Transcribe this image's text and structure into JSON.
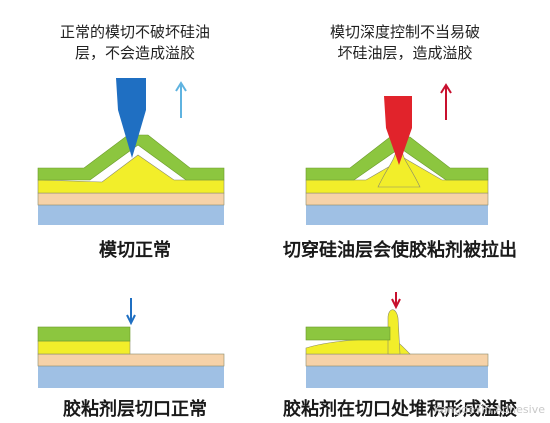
{
  "panels": [
    {
      "description": [
        "正常的模切不破坏硅油",
        "层，不会造成溢胶"
      ],
      "title": "模切正常"
    },
    {
      "description": [
        "模切深度控制不当易破",
        "坏硅油层，造成溢胶"
      ],
      "title": "切穿硅油层会使胶粘剂被拉出"
    },
    {
      "title": "胶粘剂层切口正常"
    },
    {
      "title": "胶粘剂在切口处堆积形成溢胶"
    }
  ],
  "watermark": "Kangdexin Adhesive",
  "colors": {
    "blade_normal": "#1f6fc2",
    "blade_over": "#e1232b",
    "arrow_normal": "#5fb3e0",
    "arrow_over": "#c8102e",
    "green_layer": "#8cc63f",
    "adhesive_layer": "#f2ee2a",
    "silicone_layer": "#f6d2a8",
    "base_layer": "#9fc0e4",
    "outline": "#8a8a6a"
  }
}
